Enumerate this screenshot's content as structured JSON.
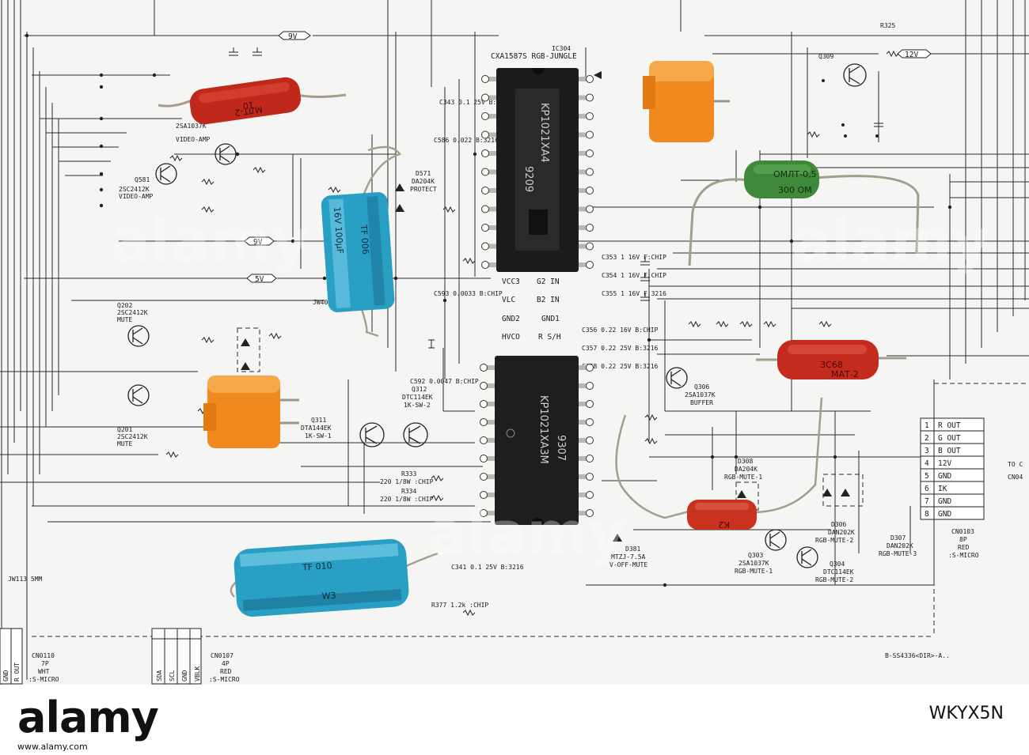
{
  "image": {
    "chips": [
      {
        "id": "ic304",
        "ref": "IC304",
        "part": "CXA1587S RGB-JUNGLE",
        "marking": "KP1021XA4",
        "date": "9209"
      },
      {
        "id": "ic-lower",
        "marking": "KP1021XA3M",
        "date": "9307"
      }
    ],
    "resistor_labels": {
      "mlt": "MЛТ-2",
      "mlt_value": "10",
      "omlt": "ОМЛТ-0,5",
      "omlt_value": "300 ОМ",
      "mat": "ЗС68",
      "mat_sub": "МАТ-2",
      "small": "К2"
    },
    "capacitor_labels": {
      "tall": "TF 006",
      "tall_rating": "16V 100μF",
      "long": "TF 010",
      "long_mark": "W3"
    },
    "schematic_labels": {
      "rail_9v": "9V",
      "rail_12v": "12V",
      "rail_5v": "5V",
      "q301": "2SA1037K",
      "video_amp": "VIDEO-AMP",
      "q581": "Q581",
      "q581_part": "2SC2412K",
      "video_amp2": "VIDEO-AMP",
      "d571": "D571",
      "d571_part": "DA204K",
      "protect": "PROTECT",
      "q309": "Q309",
      "r325": "R325",
      "q202": "Q202",
      "q202_part": "2SC2412K",
      "mute": "MUTE",
      "q201": "Q201",
      "q201_part": "2SC2412K",
      "mute2": "MUTE",
      "q311": "Q311",
      "q311_part": "DTA144EK",
      "q311_fn": "1K-SW-1",
      "q312": "Q312",
      "q312_part": "DTC114EK",
      "q312_fn": "1K-SW-2",
      "q306": "Q306",
      "q306_part": "2SA1037K",
      "buffer": "BUFFER",
      "d308": "D308",
      "d308_part": "DA204K",
      "d308_fn": "RGB-MUTE-1",
      "d306": "D306",
      "d306_part": "DAN202K",
      "d306_fn": "RGB-MUTE-2",
      "d307": "D307",
      "d307_part": "DAN202K",
      "d307_fn": "RGB-MUTE-3",
      "q303": "Q303",
      "q303_part": "2SA1037K",
      "q303_fn": "RGB-MUTE-1",
      "q304": "Q304",
      "q304_part": "DTC114EK",
      "q304_fn": "RGB-MUTE-2",
      "d381": "D381",
      "d381_part": "MTZJ-7.5A",
      "d381_fn": "V-OFF-MUTE",
      "r333": "R333",
      "r333_val": "220 1/8W :CHIP",
      "r334": "R334",
      "r334_val": "220 1/8W :CHIP",
      "vcc3": "VCC3",
      "vlc": "VLC",
      "gnd2": "GND2",
      "hvco": "HVCO",
      "g2in": "G2 IN",
      "b2in": "B2 IN",
      "gnd1": "GND1",
      "rs": "R S/H",
      "c353": "C353 1 16V F:CHIP",
      "c354": "C354 1 16V F:CHIP",
      "c355": "C355 1 16V F:3216",
      "c356": "C356 0.22 16V B:CHIP",
      "c357": "C357 0.22 25V B:3216",
      "c358": "C358 0.22 25V B:3216",
      "c586": "C586 0.022 B:3216",
      "c343": "C343 0.1 25V B:CHIP",
      "c593": "C593 0.0033 B:CHIP",
      "c592": "C592 0.0047 B:CHIP",
      "c341": "C341 0.1 25V B:3216",
      "r377": "R377 1.2k :CHIP",
      "jw113": "JW113 5MM",
      "jw403": "JW403 20MM",
      "cn0110": "CN0110",
      "cn0110_pins": "7P",
      "cn0110_color": "WHT",
      "cn0110_type": ":S-MICRO",
      "cn0107": "CN0107",
      "cn0107_pins": "4P",
      "cn0107_color": "RED",
      "cn0107_type": ":S-MICRO",
      "cn0103": "CN0103",
      "cn0103_pins": "8P",
      "cn0103_color": "RED",
      "cn0103_type": ":S-MICRO",
      "to": "TO C",
      "cn04": "CN04",
      "board": "B-SS4336<DIR>-A..",
      "pin_sda": "SDA",
      "pin_scl": "SCL",
      "pin_gnd": "GND",
      "pin_vblk": "VBLK",
      "pin_r_out": "R OUT",
      "pin_gnd_l": "GND"
    },
    "connector_cn0103": [
      {
        "pin": "1",
        "signal": "R OUT"
      },
      {
        "pin": "2",
        "signal": "G OUT"
      },
      {
        "pin": "3",
        "signal": "B OUT"
      },
      {
        "pin": "4",
        "signal": "12V"
      },
      {
        "pin": "5",
        "signal": "GND"
      },
      {
        "pin": "6",
        "signal": "IK"
      },
      {
        "pin": "7",
        "signal": "GND"
      },
      {
        "pin": "8",
        "signal": "GND"
      }
    ],
    "watermark": "alamy"
  },
  "footer": {
    "logo": "alamy",
    "stock_id": "WKYX5N",
    "url": "www.alamy.com"
  },
  "colors": {
    "red_resistor": "#c0281c",
    "green_resistor": "#3f8a3a",
    "orange_block": "#f08a1e",
    "blue_capacitor": "#2a9fc4",
    "chip_black": "#1c1c1c"
  }
}
